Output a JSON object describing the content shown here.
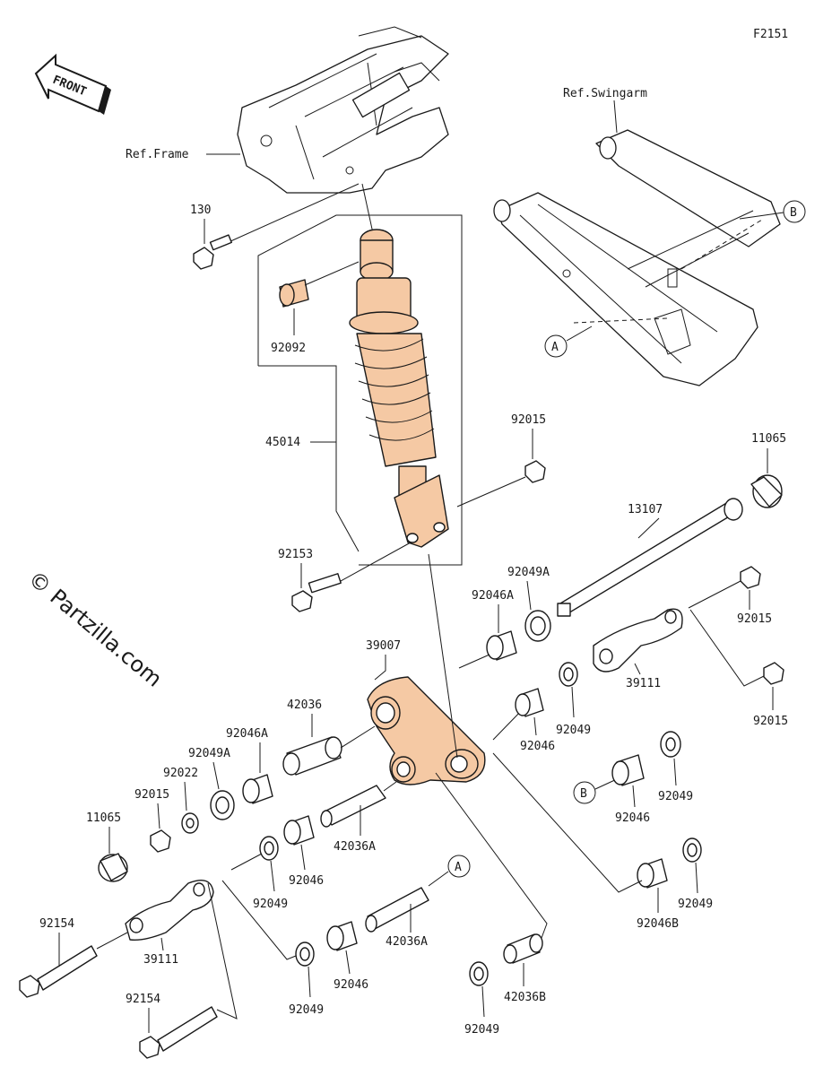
{
  "figure_id": "F2151",
  "front_label": "FRONT",
  "watermark": "© Partzilla.com",
  "refs": {
    "frame": "Ref.Frame",
    "swingarm": "Ref.Swingarm"
  },
  "callouts": {
    "a": "A",
    "b": "B"
  },
  "parts": {
    "p130": "130",
    "p92092": "92092",
    "p45014": "45014",
    "p92153": "92153",
    "p92015_top": "92015",
    "p11065_right": "11065",
    "p13107": "13107",
    "p92049A_right": "92049A",
    "p92046A_right": "92046A",
    "p92015_r1": "92015",
    "p39111_right": "39111",
    "p92015_r2": "92015",
    "p39007": "39007",
    "p92049_mid": "92049",
    "p92046_mid": "92046",
    "p42036": "42036",
    "p92046A_left": "92046A",
    "p92049A_left": "92049A",
    "p92022": "92022",
    "p92015_left": "92015",
    "p11065_left": "11065",
    "p42036A_upper": "42036A",
    "p92046_lmid": "92046",
    "p92049_lmid": "92049",
    "p92046_b": "92046",
    "p92049_b": "92049",
    "p92046B": "92046B",
    "p92049_r3": "92049",
    "p92154_top": "92154",
    "p39111_left": "39111",
    "p42036A_lower": "42036A",
    "p92046_low": "92046",
    "p92049_low": "92049",
    "p92154_bot": "92154",
    "p42036B": "42036B",
    "p92049_bot": "92049"
  }
}
